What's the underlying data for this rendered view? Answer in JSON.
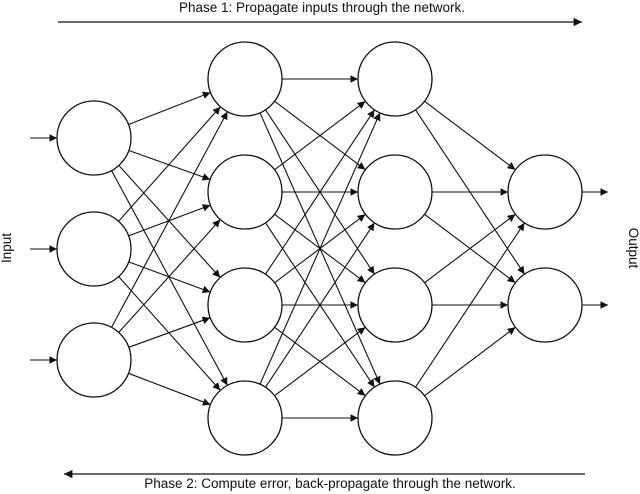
{
  "phase1": {
    "text": "Phase 1: Propagate inputs through the network."
  },
  "phase2": {
    "text": "Phase 2: Compute error, back-propagate through the network."
  },
  "side_labels": {
    "input": "Input",
    "output": "Output"
  },
  "network": {
    "layer_sizes": [
      3,
      4,
      4,
      2
    ],
    "connectivity": "fully-connected",
    "input_arrows": 3,
    "output_arrows": 2
  },
  "colors": {
    "line": "#111111",
    "node_fill": "#ffffff",
    "background": "#ffffff"
  }
}
